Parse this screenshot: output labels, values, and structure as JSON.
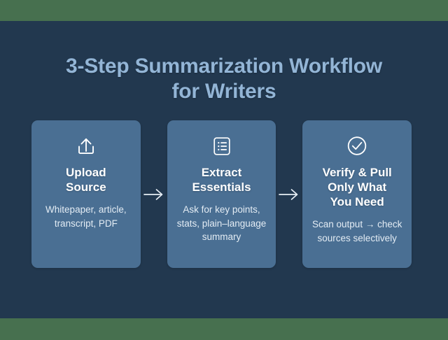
{
  "colors": {
    "band": "#47704f",
    "background": "#22384f",
    "card": "#4a6f93",
    "title": "#93b5d6",
    "card_title": "#ffffff",
    "card_body": "#e3ecf4",
    "arrow": "#e7eef5"
  },
  "header": {
    "title_line_1": "3-Step Summarization Workflow",
    "title_line_2": "for Writers"
  },
  "steps": [
    {
      "icon": "upload-icon",
      "title_line_1": "Upload",
      "title_line_2": "Source",
      "body": "Whitepaper, article, transcript, PDF"
    },
    {
      "icon": "list-checklist-icon",
      "title_line_1": "Extract",
      "title_line_2": "Essentials",
      "body": "Ask for key points, stats, plain–language summary"
    },
    {
      "icon": "check-circle-icon",
      "title_line_1": "Verify & Pull",
      "title_line_2": "Only What",
      "title_line_3": "You Need",
      "body": "Scan output → check sources selectively"
    }
  ],
  "connectors": [
    {
      "glyph": "→",
      "name": "arrow-step-1-to-2"
    },
    {
      "glyph": "→",
      "name": "arrow-step-2-to-3"
    }
  ]
}
